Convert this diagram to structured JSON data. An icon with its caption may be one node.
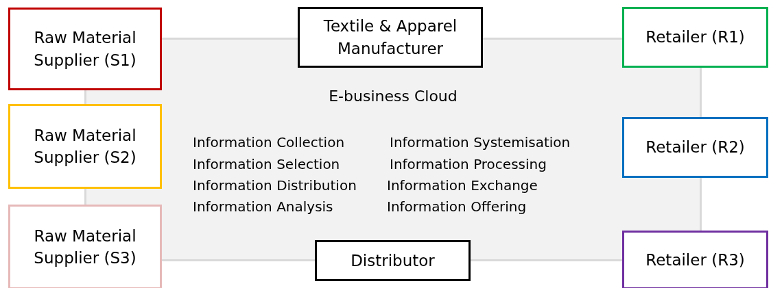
{
  "diagram": {
    "nodes": [
      {
        "text": [
          "E-business Cloud",
          "Information Collection",
          "Information Systemisation",
          "Information Selection",
          "Information Processing",
          "Information Distribution",
          "Information Exchange",
          "Information Analysis",
          "Information Offering"
        ]
      },
      {
        "text": [
          "Raw Material Supplier (S1)"
        ]
      },
      {
        "text": [
          "Textile & Apparel Manufacturer"
        ]
      },
      {
        "text": [
          "Retailer (R1)"
        ]
      },
      {
        "text": [
          "Raw Material Supplier (S2)"
        ]
      },
      {
        "text": [
          "Retailer (R2)"
        ]
      },
      {
        "text": [
          "Raw Material Supplier (S3)"
        ]
      },
      {
        "text": [
          "Distributor"
        ]
      },
      {
        "text": [
          "Retailer (R3)"
        ]
      }
    ]
  }
}
